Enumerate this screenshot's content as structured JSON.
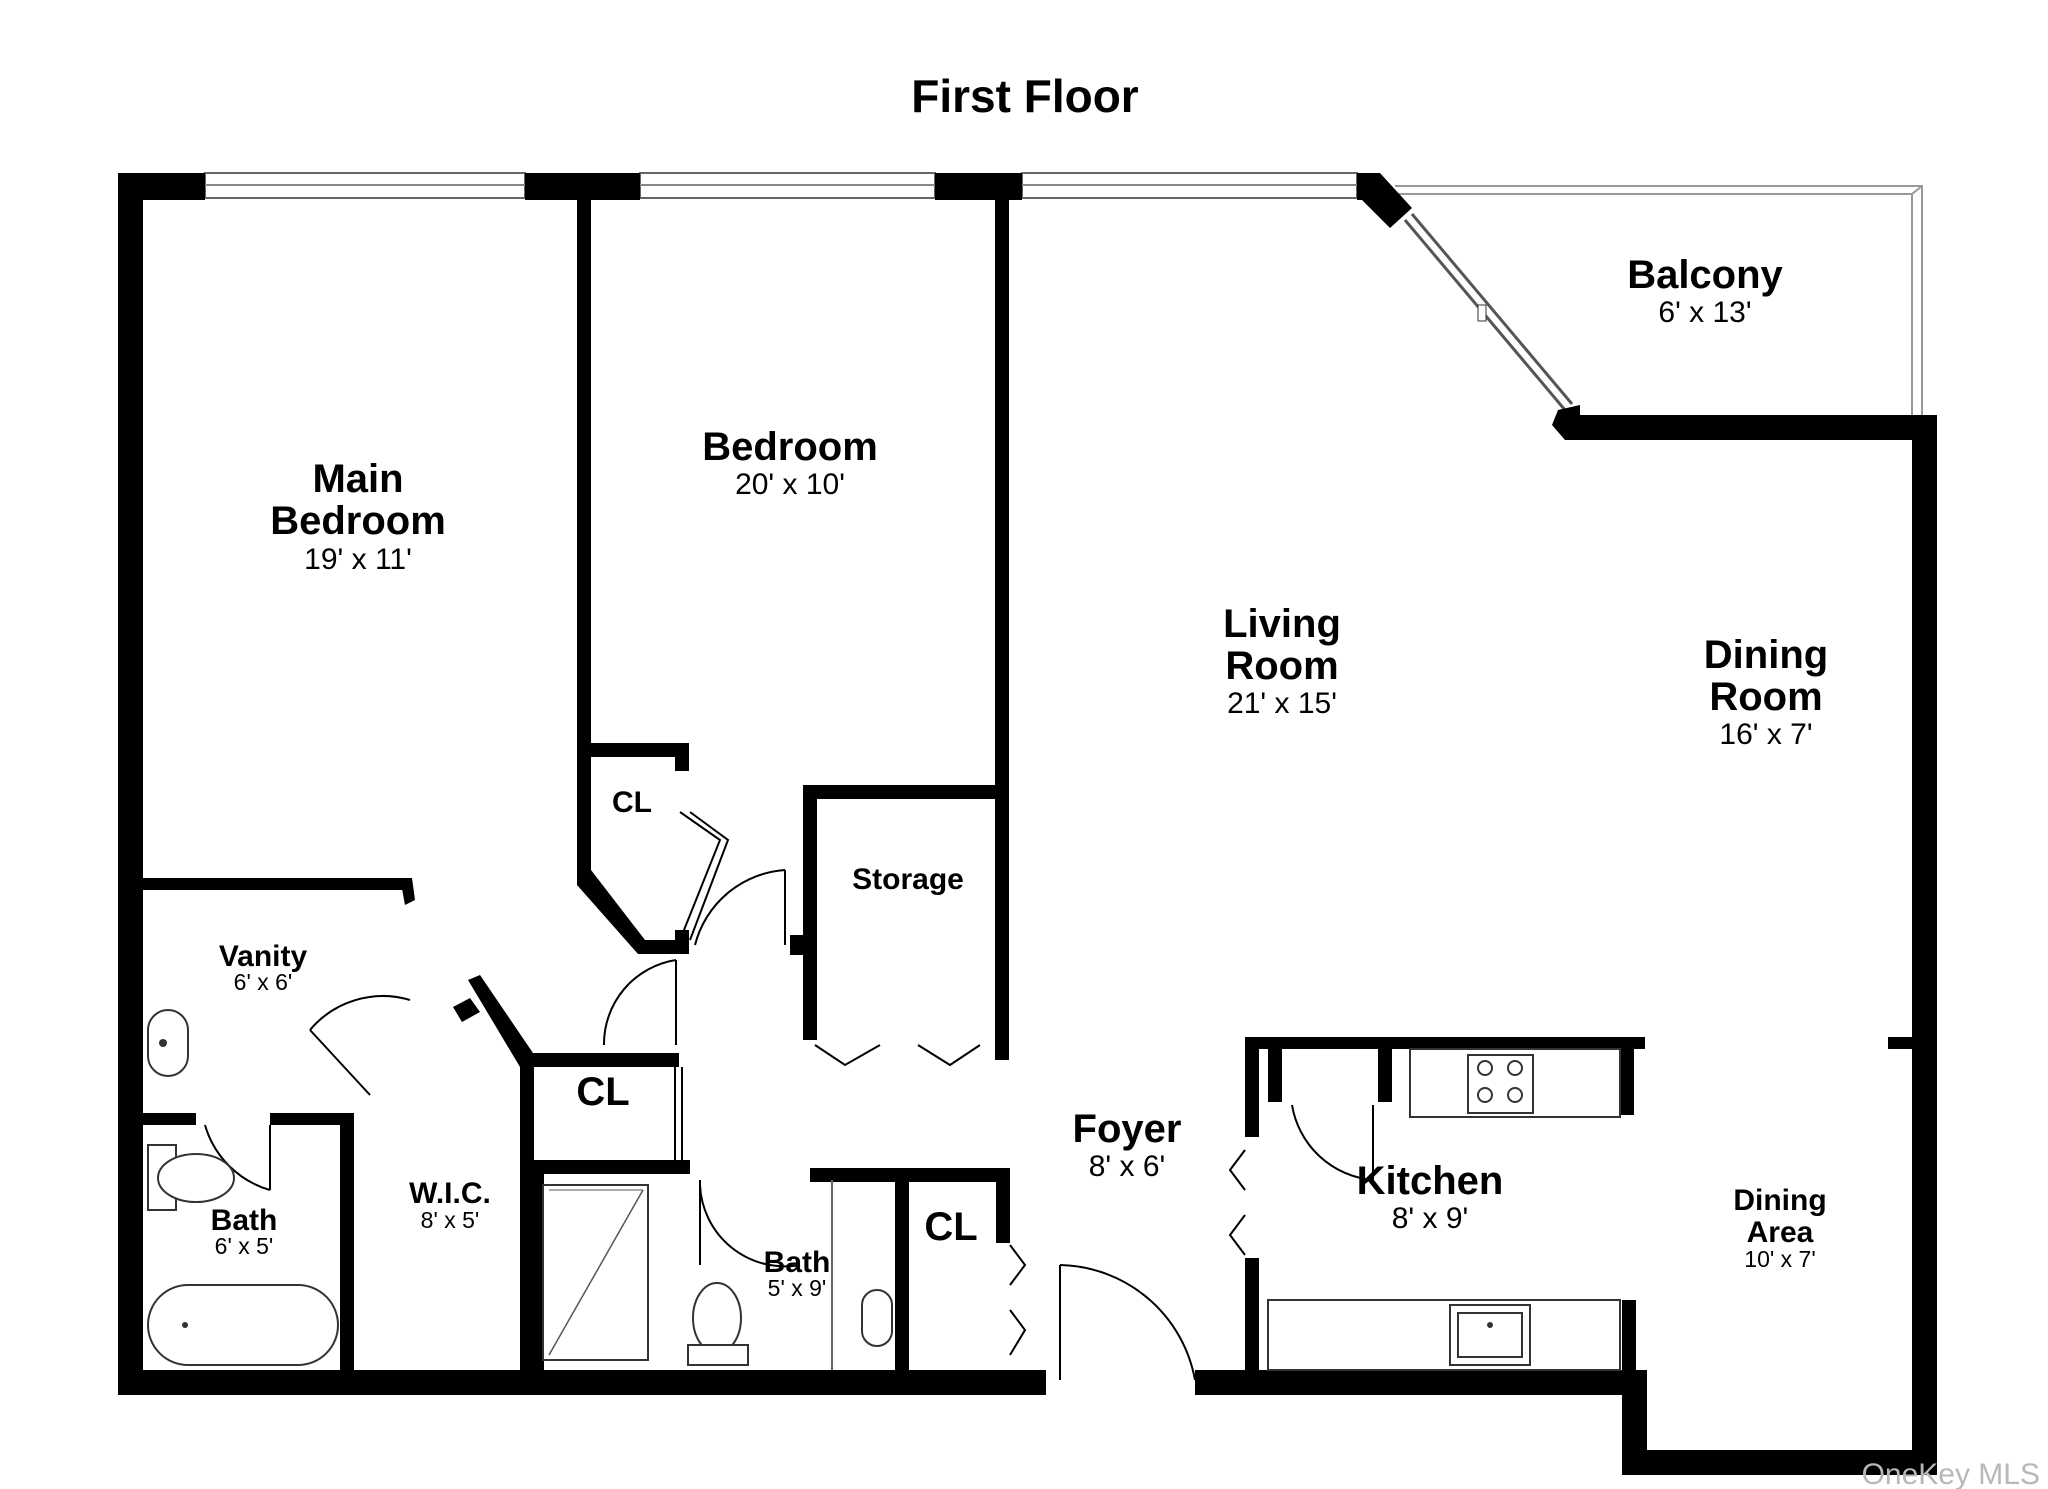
{
  "plan": {
    "title": "First Floor",
    "watermark": "OneKey MLS"
  },
  "rooms": {
    "main_bedroom": {
      "name_line1": "Main",
      "name_line2": "Bedroom",
      "size": "19' x 11'"
    },
    "bedroom": {
      "name": "Bedroom",
      "size": "20' x 10'"
    },
    "balcony": {
      "name": "Balcony",
      "size": "6' x 13'"
    },
    "living_room": {
      "name_line1": "Living",
      "name_line2": "Room",
      "size": "21' x 15'"
    },
    "dining_room": {
      "name_line1": "Dining",
      "name_line2": "Room",
      "size": "16' x 7'"
    },
    "closet_bedroom": {
      "name": "CL"
    },
    "storage": {
      "name": "Storage"
    },
    "vanity": {
      "name": "Vanity",
      "size": "6' x 6'"
    },
    "closet_hall": {
      "name": "CL"
    },
    "foyer": {
      "name": "Foyer",
      "size": "8' x 6'"
    },
    "kitchen": {
      "name": "Kitchen",
      "size": "8' x 9'"
    },
    "bath_main": {
      "name": "Bath",
      "size": "6' x 5'"
    },
    "wic": {
      "name": "W.I.C.",
      "size": "8' x 5'"
    },
    "bath_hall": {
      "name": "Bath",
      "size": "5' x 9'"
    },
    "closet_foyer": {
      "name": "CL"
    },
    "dining_area": {
      "name_line1": "Dining",
      "name_line2": "Area",
      "size": "10' x 7'"
    }
  }
}
